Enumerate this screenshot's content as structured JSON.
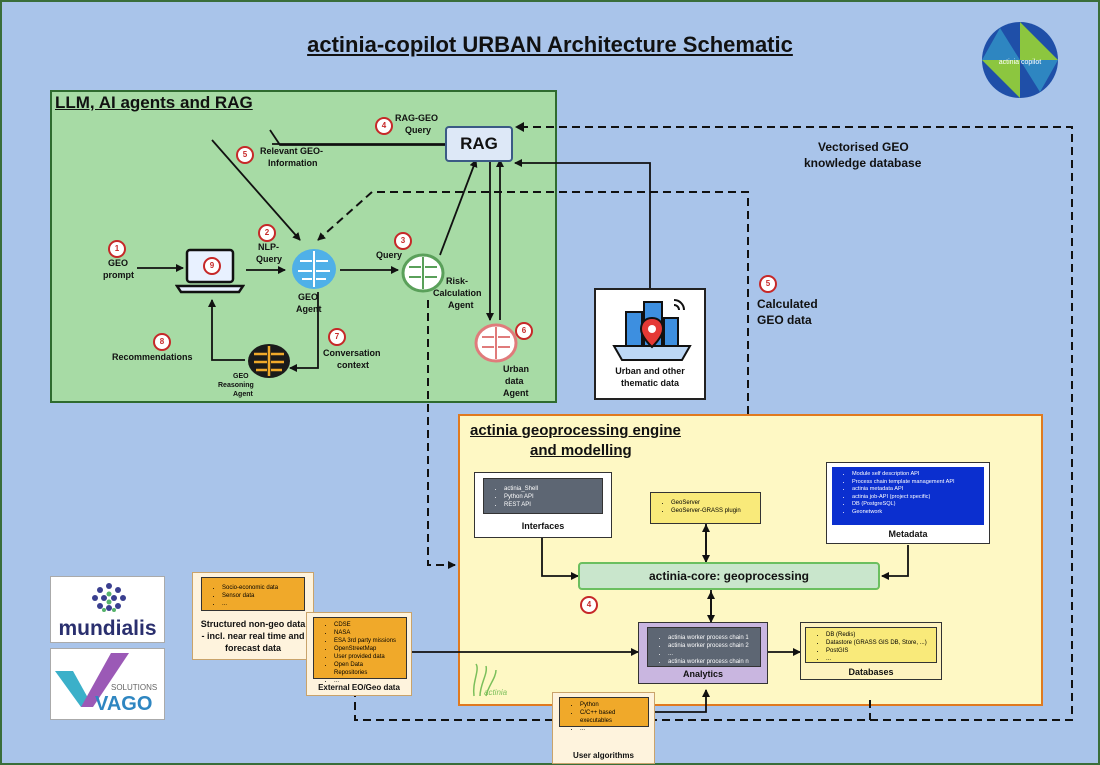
{
  "colors": {
    "background": "#a9c4ea",
    "llm_panel": "#a7dba5",
    "engine_panel": "#fef8c4",
    "engine_border": "#e07a1f",
    "core_box": "#c9e6cc",
    "metadata_box": "#0b2fcf",
    "analytics_box": "#c9b6e0",
    "yellow_box": "#f9ea7a",
    "orange_box": "#f0a92a",
    "marker": "#c62828"
  },
  "title": "actinia-copilot URBAN Architecture Schematic",
  "llm": {
    "title": "LLM, AI agents and RAG",
    "rag": "RAG",
    "rag_geo_query_1": "RAG-GEO",
    "rag_geo_query_2": "Query",
    "relevant_geo_1": "Relevant GEO-",
    "relevant_geo_2": "Information",
    "geo_prompt_1": "GEO",
    "geo_prompt_2": "prompt",
    "nlp_query_1": "NLP-",
    "nlp_query_2": "Query",
    "geo_agent_1": "GEO",
    "geo_agent_2": "Agent",
    "query": "Query",
    "risk_agent_1": "Risk-",
    "risk_agent_2": "Calculation",
    "risk_agent_3": "Agent",
    "urban_agent_1": "Urban",
    "urban_agent_2": "data",
    "urban_agent_3": "Agent",
    "conversation_1": "Conversation",
    "conversation_2": "context",
    "recommendations": "Recommendations",
    "reasoning_1": "GEO",
    "reasoning_2": "Reasoning",
    "reasoning_3": "Agent",
    "markers": {
      "m1": "1",
      "m2": "2",
      "m3": "3",
      "m4": "4",
      "m5": "5",
      "m6": "6",
      "m7": "7",
      "m8": "8",
      "m9": "9"
    }
  },
  "right": {
    "vectorised_1": "Vectorised GEO",
    "vectorised_2": "knowledge database",
    "calculated_marker": "5",
    "calculated_1": "Calculated",
    "calculated_2": "GEO data"
  },
  "urban": {
    "label_1": "Urban and other",
    "label_2": "thematic data"
  },
  "engine": {
    "title_1": "actinia geoprocessing engine",
    "title_2": "and modelling",
    "interfaces_items": [
      "actinia_Shell",
      "Python API",
      "REST API"
    ],
    "interfaces_label": "Interfaces",
    "geoserver_items": [
      "GeoServer",
      "GeoServer-GRASS plugin"
    ],
    "metadata_items": [
      "Module self description API",
      "Process chain template management API",
      "actinia metadata API",
      "actinia job-API (project specific)",
      "DB (PostgreSQL)",
      "Geonetwork"
    ],
    "metadata_label": "Metadata",
    "core": "actinia-core: geoprocessing",
    "core_marker": "4",
    "analytics_items": [
      "actinia worker process chain 1",
      "actinia worker process chain 2",
      "...",
      "actinia worker process chain n"
    ],
    "analytics_label": "Analytics",
    "databases_items": [
      "DB (Redis)",
      "Datastore (GRASS GIS DB, Store, ...)",
      "PostGIS",
      "..."
    ],
    "databases_label": "Databases",
    "actinia_logo_text": "actinia"
  },
  "inputs": {
    "structured_items": [
      "Socio-economic data",
      "Sensor data",
      "..."
    ],
    "structured_1": "Structured non-geo data",
    "structured_2": "- incl. near real time and",
    "structured_3": "forecast data",
    "external_items": [
      "CDSE",
      "NASA",
      "ESA 3rd party missions",
      "OpenStreetMap",
      "User provided data",
      "Open Data Repositories",
      "..."
    ],
    "external_label": "External EO/Geo data",
    "user_items": [
      "Python",
      "C/C++ based executables",
      "..."
    ],
    "user_label": "User algorithms"
  },
  "logos": {
    "mundialis": "mundialis",
    "vago_solutions": "SOLUTIONS",
    "vago": "VAGO",
    "copilot_text": "actinia copilot"
  }
}
